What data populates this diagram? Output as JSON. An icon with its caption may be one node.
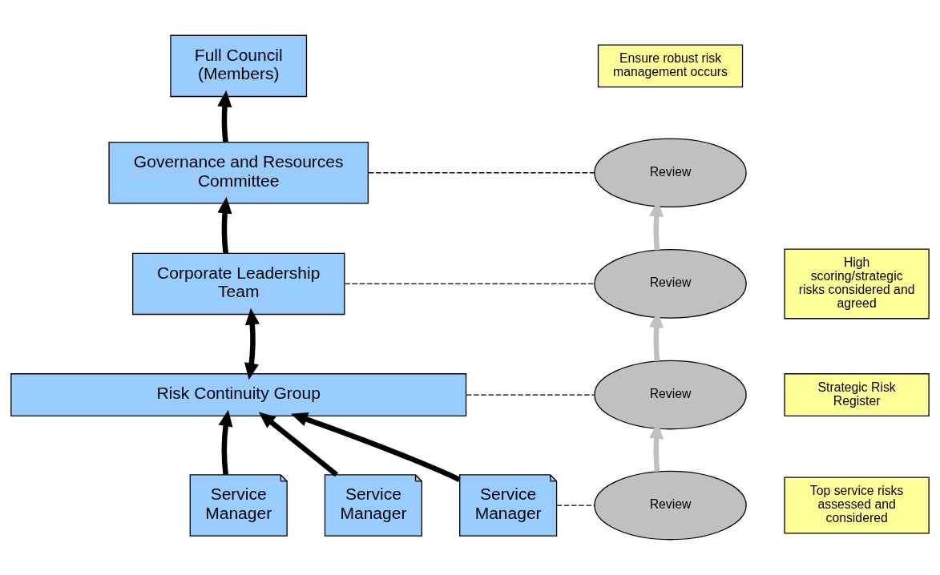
{
  "diagram": {
    "nodes": [
      {
        "text": [
          "Full Council (Members)"
        ]
      },
      {
        "text": [
          "Governance and Resources Committee"
        ]
      },
      {
        "text": [
          "Corporate Leadership Team"
        ]
      },
      {
        "text": [
          "Risk Continuity Group"
        ]
      },
      {
        "text": [
          "Service Manager"
        ]
      },
      {
        "text": [
          "Service Manager"
        ]
      },
      {
        "text": [
          "Service Manager"
        ]
      },
      {
        "text": [
          "Ensure robust risk management occurs"
        ]
      },
      {
        "text": [
          "Review"
        ]
      },
      {
        "text": [
          "Review"
        ]
      },
      {
        "text": [
          "High scoring/strategic risks considered and agreed"
        ]
      },
      {
        "text": [
          "Review"
        ]
      },
      {
        "text": [
          "Strategic Risk Register"
        ]
      },
      {
        "text": [
          "Review"
        ]
      },
      {
        "text": [
          "Top service risks assessed and considered"
        ]
      }
    ],
    "edges": [
      {
        "from": 1,
        "to": 0,
        "arrow": "to"
      },
      {
        "from": 2,
        "to": 1,
        "arrow": "to"
      },
      {
        "from": 2,
        "to": 3,
        "arrow": "both"
      },
      {
        "from": 4,
        "to": 3,
        "arrow": "to"
      },
      {
        "from": 5,
        "to": 3,
        "arrow": "to"
      },
      {
        "from": 6,
        "to": 3,
        "arrow": "to"
      },
      {
        "from": 1,
        "to": 8,
        "arrow": "none",
        "style": "dashed"
      },
      {
        "from": 2,
        "to": 9,
        "arrow": "none",
        "style": "dashed"
      },
      {
        "from": 3,
        "to": 11,
        "arrow": "none",
        "style": "dashed"
      },
      {
        "from": 6,
        "to": 13,
        "arrow": "none",
        "style": "dashed"
      },
      {
        "from": 13,
        "to": 11,
        "arrow": "to",
        "color": "#c0c0c0"
      },
      {
        "from": 11,
        "to": 9,
        "arrow": "to",
        "color": "#c0c0c0"
      },
      {
        "from": 9,
        "to": 8,
        "arrow": "to",
        "color": "#c0c0c0"
      }
    ]
  }
}
